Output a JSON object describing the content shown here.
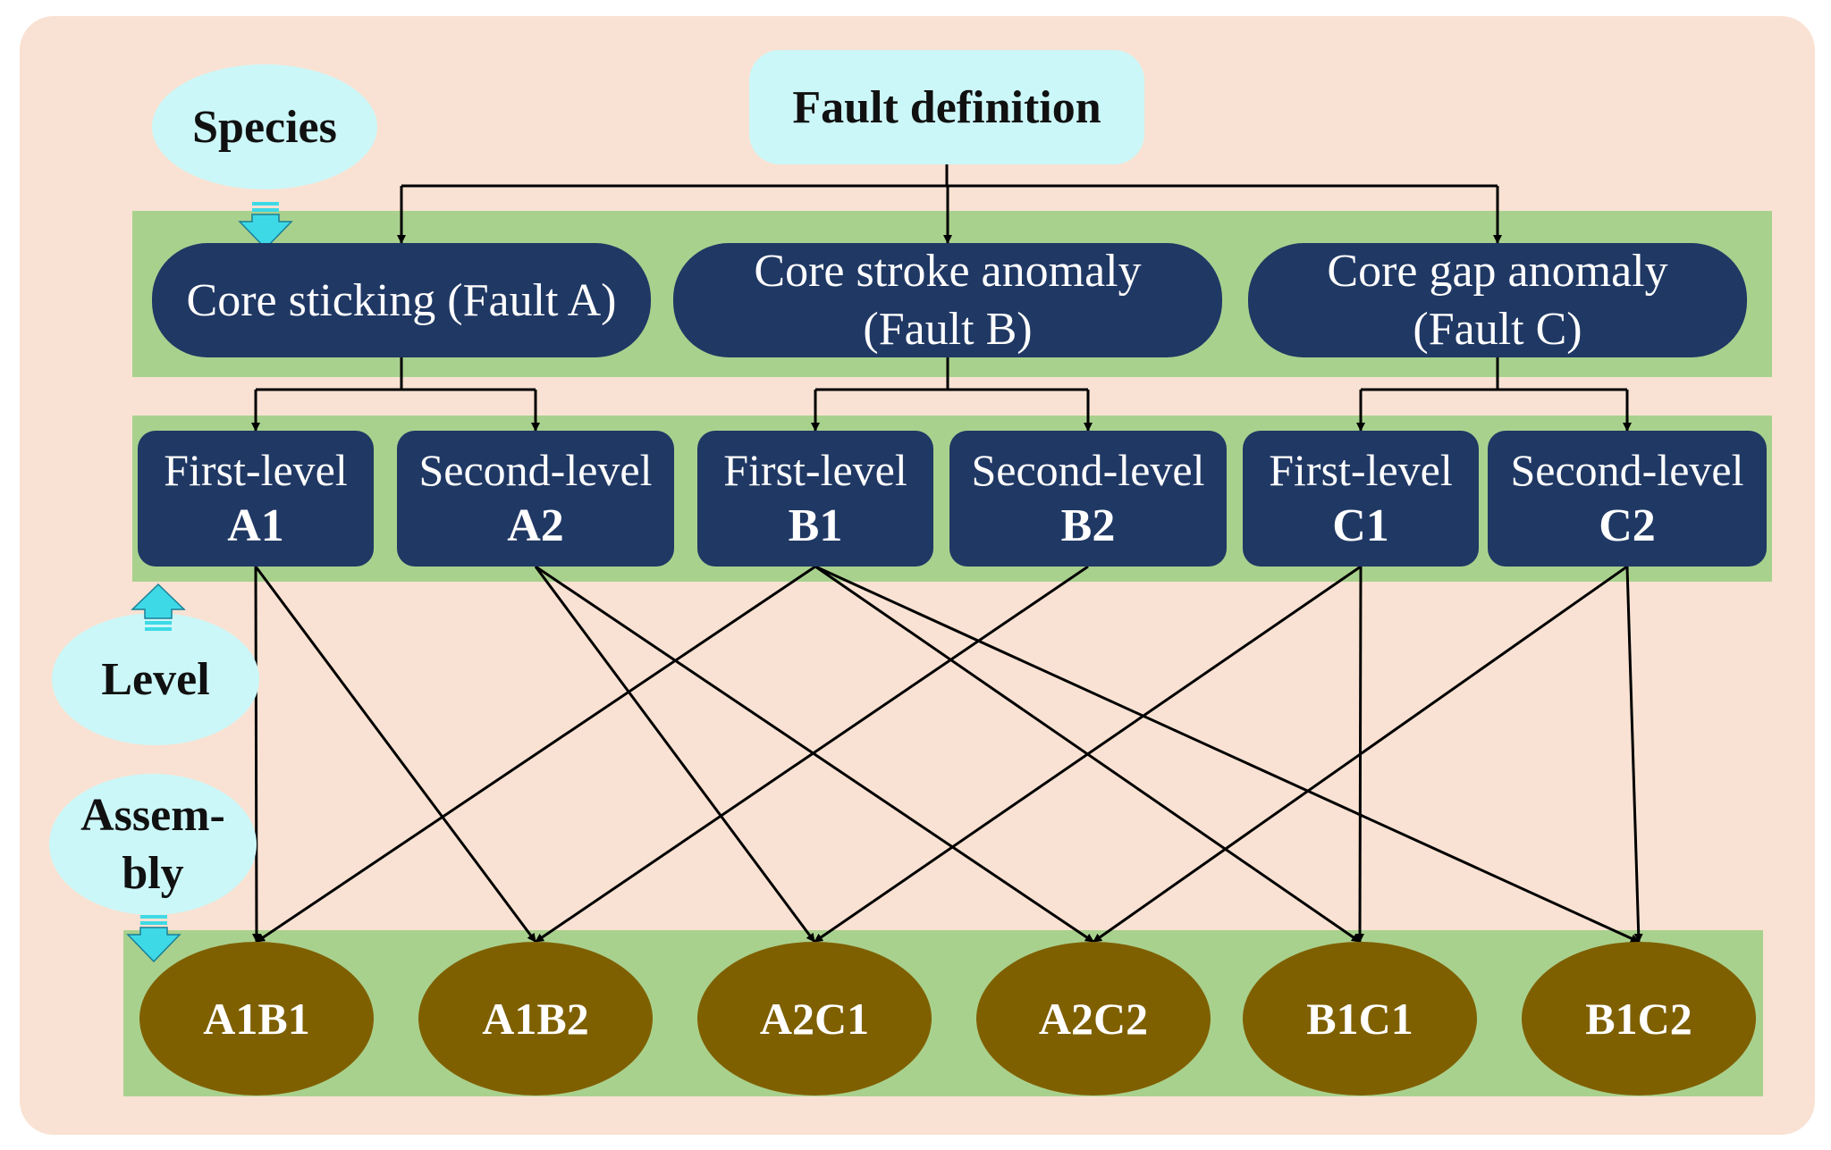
{
  "colors": {
    "background": "#f9e2d3",
    "band": "#a9d18e",
    "node": "#203864",
    "assembly": "#7f6000",
    "bubble": "#ccf7f8",
    "arrow_hint": "#3ed9e6",
    "line": "#000000"
  },
  "side_labels": {
    "species": "Species",
    "level": "Level",
    "assembly_line1": "Assem-",
    "assembly_line2": "bly"
  },
  "root": {
    "label": "Fault definition"
  },
  "faults": [
    {
      "id": "A",
      "line1": "Core sticking (Fault A)",
      "line2": ""
    },
    {
      "id": "B",
      "line1": "Core stroke anomaly",
      "line2": "(Fault B)"
    },
    {
      "id": "C",
      "line1": "Core gap anomaly",
      "line2": "(Fault C)"
    }
  ],
  "levels": [
    {
      "id": "A1",
      "label": "First-level",
      "code": "A1"
    },
    {
      "id": "A2",
      "label": "Second-level",
      "code": "A2"
    },
    {
      "id": "B1",
      "label": "First-level",
      "code": "B1"
    },
    {
      "id": "B2",
      "label": "Second-level",
      "code": "B2"
    },
    {
      "id": "C1",
      "label": "First-level",
      "code": "C1"
    },
    {
      "id": "C2",
      "label": "Second-level",
      "code": "C2"
    }
  ],
  "assemblies": [
    {
      "id": "A1B1",
      "label": "A1B1",
      "from": [
        "A1",
        "B1"
      ]
    },
    {
      "id": "A1B2",
      "label": "A1B2",
      "from": [
        "A1",
        "B2"
      ]
    },
    {
      "id": "A2C1",
      "label": "A2C1",
      "from": [
        "A2",
        "C1"
      ]
    },
    {
      "id": "A2C2",
      "label": "A2C2",
      "from": [
        "A2",
        "C2"
      ]
    },
    {
      "id": "B1C1",
      "label": "B1C1",
      "from": [
        "B1",
        "C1"
      ]
    },
    {
      "id": "B1C2",
      "label": "B1C2",
      "from": [
        "B1",
        "C2"
      ]
    }
  ]
}
